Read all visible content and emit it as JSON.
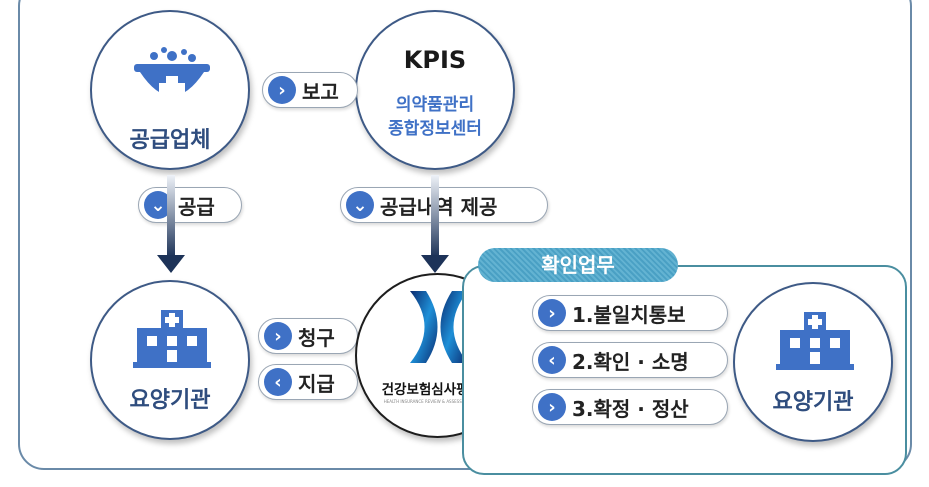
{
  "nodes": {
    "supplier": {
      "label": "공급업체"
    },
    "kpis": {
      "title": "KPIS",
      "subtitle_line1": "의약품관리",
      "subtitle_line2": "종합정보센터"
    },
    "hira": {
      "label": "건강보험심사평가원",
      "sublabel": "HEALTH INSURANCE REVIEW & ASSESSMENT SERVICE"
    },
    "clinic_left": {
      "label": "요양기관"
    },
    "clinic_right": {
      "label": "요양기관"
    }
  },
  "edges": {
    "report": {
      "label": "보고",
      "icon": ">"
    },
    "supply": {
      "label": "공급",
      "icon": "v"
    },
    "supply_history": {
      "label": "공급내역 제공",
      "icon": "v"
    },
    "claim": {
      "label": "청구",
      "icon": ">"
    },
    "payment": {
      "label": "지급",
      "icon": "<"
    }
  },
  "verification": {
    "title": "확인업무",
    "steps": [
      {
        "label": "1.불일치통보",
        "icon": ">"
      },
      {
        "label": "2.확인 · 소명",
        "icon": "<"
      },
      {
        "label": "3.확정 · 정산",
        "icon": ">"
      }
    ]
  },
  "colors": {
    "brand_blue": "#3f71c6",
    "dark_navy": "#1d3358",
    "panel_teal": "#4a8ea0"
  }
}
